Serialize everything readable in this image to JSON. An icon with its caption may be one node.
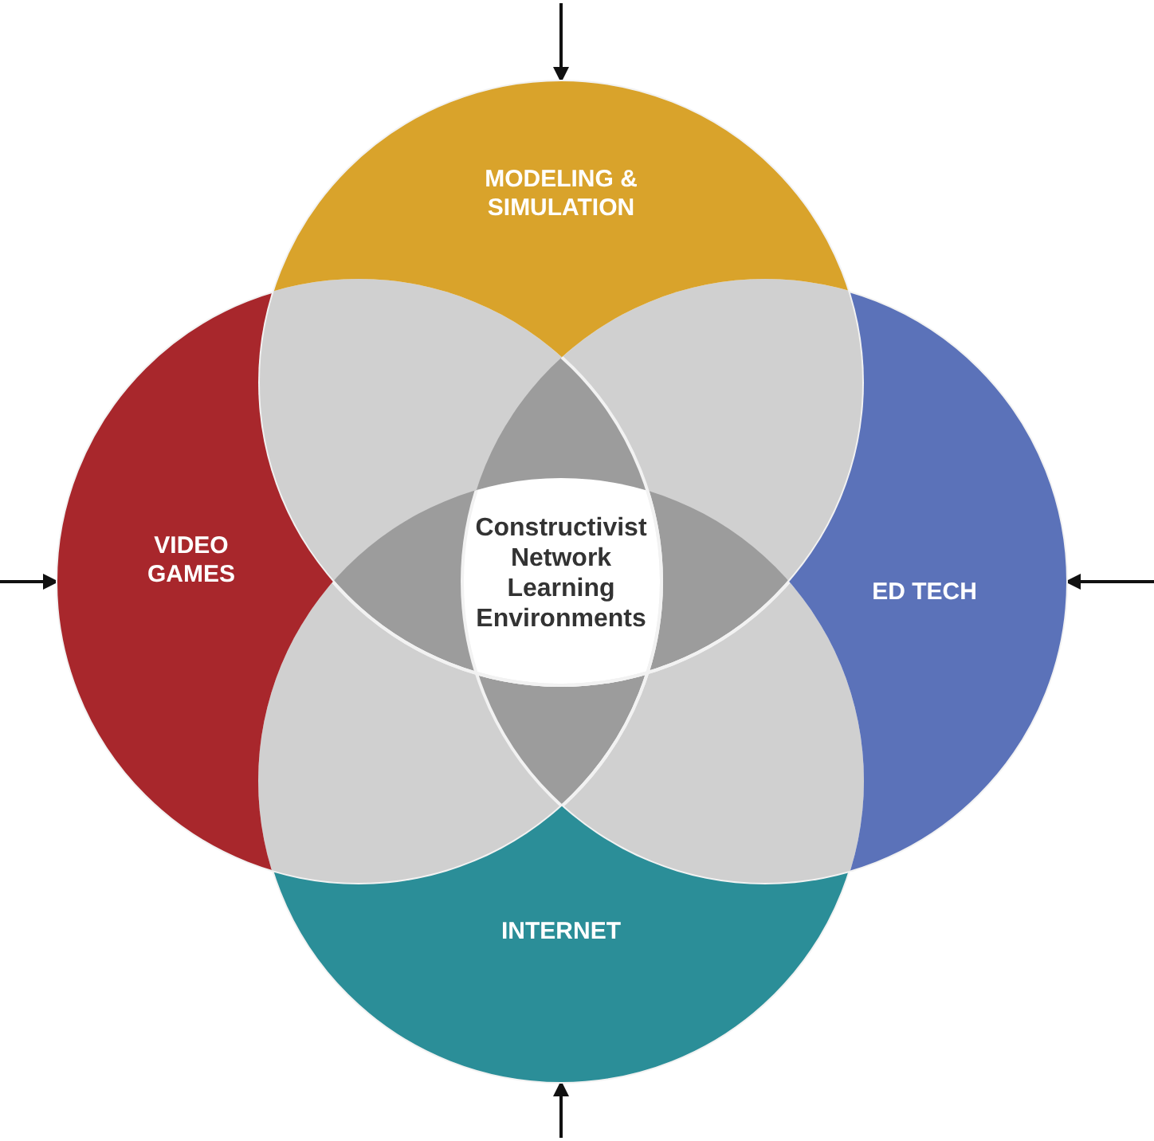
{
  "diagram": {
    "nodes": [
      {
        "text": [
          "MODELING & SIMULATION"
        ]
      },
      {
        "text": [
          "VIDEO GAMES"
        ]
      },
      {
        "text": [
          "ED TECH"
        ]
      },
      {
        "text": [
          "INTERNET"
        ]
      },
      {
        "text": [
          "Constructivist Network Learning Environments"
        ]
      }
    ],
    "edges": [
      {
        "from": null,
        "to": 0,
        "arrow": "to"
      },
      {
        "from": null,
        "to": 1,
        "arrow": "to"
      },
      {
        "from": null,
        "to": 2,
        "arrow": "to"
      },
      {
        "from": null,
        "to": 3,
        "arrow": "to"
      }
    ]
  }
}
